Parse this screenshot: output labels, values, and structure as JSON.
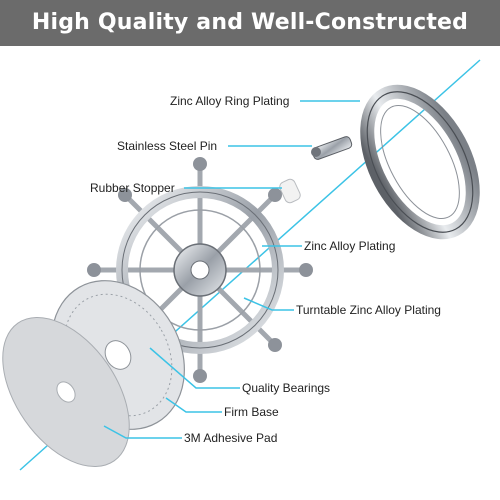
{
  "header": {
    "title": "High Quality and Well-Constructed"
  },
  "labels": {
    "ring_plating": "Zinc Alloy Ring Plating",
    "steel_pin": "Stainless Steel Pin",
    "rubber_stopper": "Rubber Stopper",
    "zinc_plating": "Zinc Alloy Plating",
    "turntable": "Turntable Zinc Alloy Plating",
    "bearings": "Quality Bearings",
    "firm_base": "Firm Base",
    "adhesive_pad": "3M Adhesive Pad"
  },
  "colors": {
    "banner": "#6b6b6b",
    "leader_line": "#3cc3e6",
    "metal": "#c8ccd2"
  }
}
